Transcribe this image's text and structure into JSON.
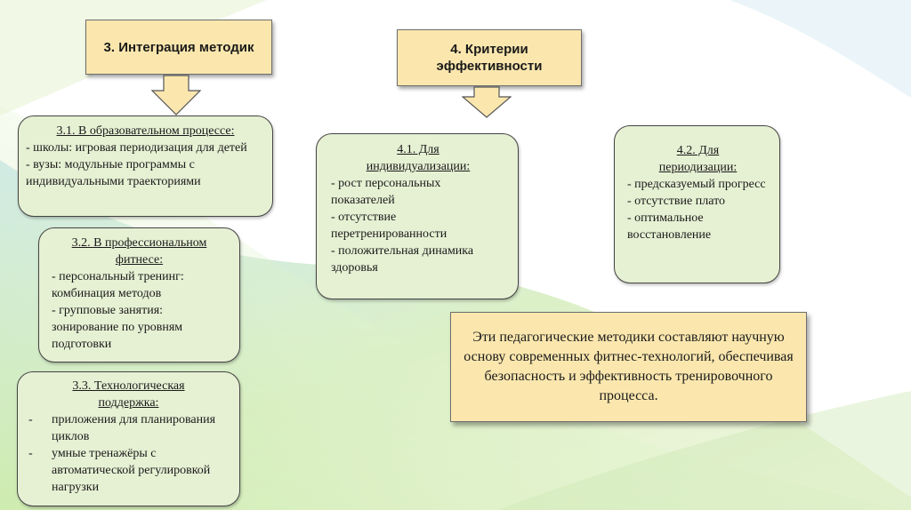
{
  "headers": {
    "integration": "3. Интеграция методик",
    "criteria": "4. Критерии эффективности"
  },
  "cards": {
    "c31": {
      "title": "3.1. В образовательном процессе:",
      "lines": [
        "- школы: игровая периодизация для детей",
        "- вузы: модульные программы с индивидуальными траекториями"
      ]
    },
    "c32": {
      "title_1": "3.2. В профессиональном",
      "title_2": "фитнесе:",
      "lines": [
        "- персональный тренинг: комбинация методов",
        "- групповые занятия: зонирование по уровням подготовки"
      ]
    },
    "c33": {
      "title_1": "3.3. Технологическая",
      "title_2": "поддержка:",
      "items": [
        "приложения для планирования циклов",
        "умные тренажёры с автоматической регулировкой нагрузки"
      ]
    },
    "c41": {
      "title_1": "4.1. Для",
      "title_2": "индивидуализации:",
      "lines": [
        "- рост персональных показателей",
        "- отсутствие перетренированности",
        "- положительная динамика здоровья"
      ]
    },
    "c42": {
      "title_1": "4.2. Для",
      "title_2": "периодизации:",
      "lines": [
        "- предсказуемый прогресс",
        "- отсутствие плато",
        "- оптимальное восстановление"
      ]
    }
  },
  "note": "Эти педагогические методики составляют научную основу современных фитнес-технологий, обеспечивая безопасность и эффективность тренировочного процесса.",
  "colors": {
    "header_fill": "#fbe7ae",
    "card_fill": "#e6f0d3",
    "arrow_fill": "#fbe7ae"
  }
}
